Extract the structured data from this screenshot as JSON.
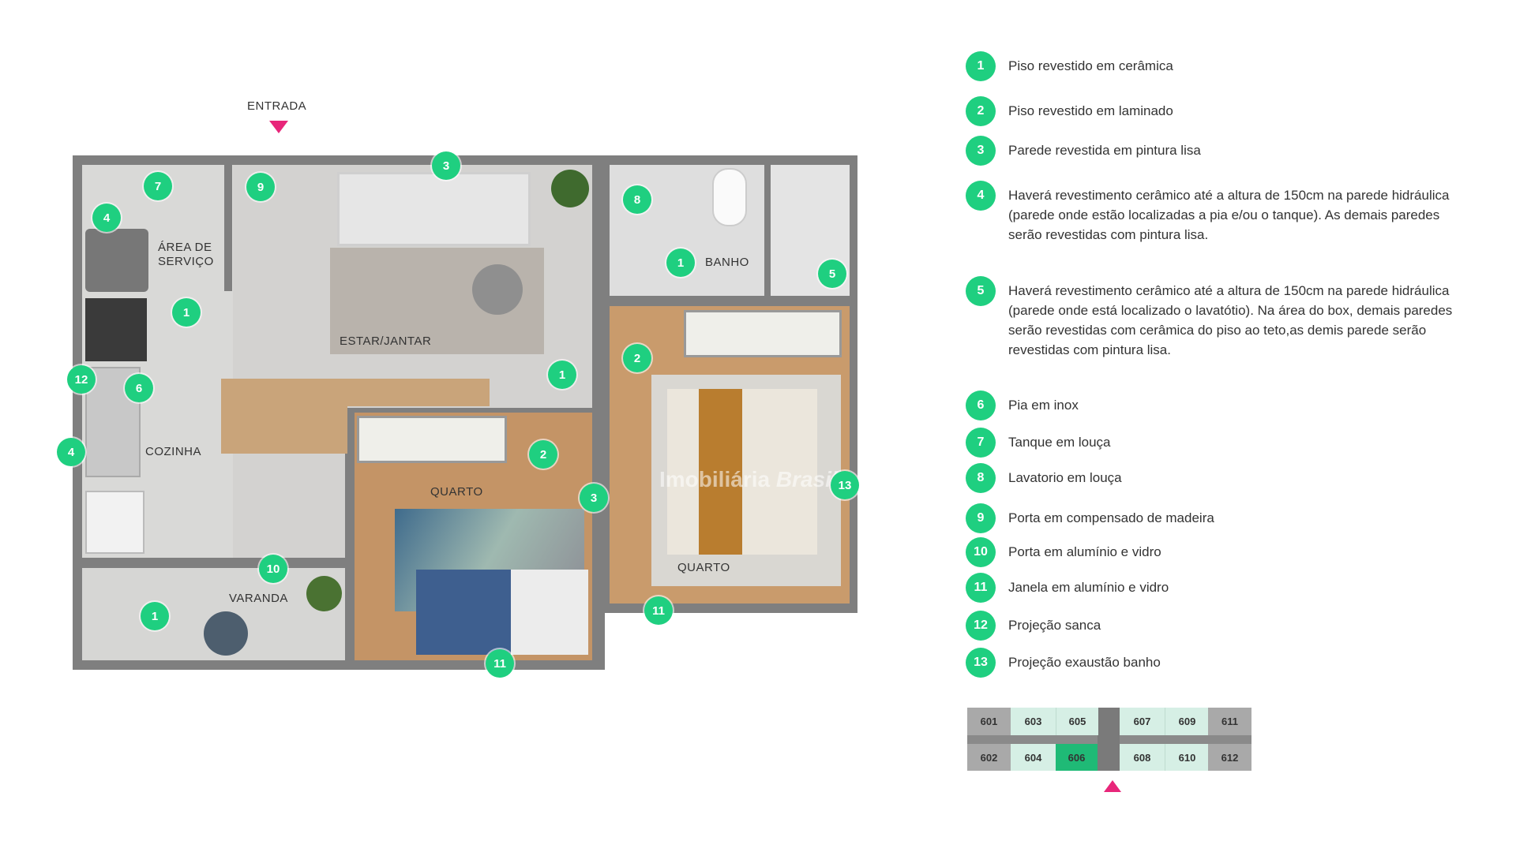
{
  "entrance_label": "ENTRADA",
  "colors": {
    "marker": "#1fcf80",
    "entrance_arrow": "#e8267a",
    "selected_unit": "#1fba76"
  },
  "rooms": {
    "area_servico": "ÁREA DE SERVIÇO",
    "estar_jantar": "ESTAR/JANTAR",
    "banho": "BANHO",
    "cozinha": "COZINHA",
    "quarto_1": "QUARTO",
    "quarto_2": "QUARTO",
    "varanda": "VARANDA"
  },
  "plan_markers": [
    "7",
    "9",
    "3",
    "8",
    "4",
    "1",
    "5",
    "1",
    "2",
    "1",
    "12",
    "6",
    "4",
    "2",
    "3",
    "13",
    "10",
    "1",
    "11",
    "11"
  ],
  "watermark": "Imobiliária Brasil",
  "legend": [
    {
      "n": "1",
      "text": "Piso revestido em cerâmica"
    },
    {
      "n": "2",
      "text": "Piso revestido em laminado"
    },
    {
      "n": "3",
      "text": "Parede revestida em pintura lisa"
    },
    {
      "n": "4",
      "text": "Haverá revestimento cerâmico até a altura de 150cm na parede hidráulica (parede onde estão localizadas a pia e/ou o tanque). As demais paredes serão revestidas com pintura lisa."
    },
    {
      "n": "5",
      "text": "Haverá revestimento cerâmico até a altura de 150cm na parede hidráulica (parede onde está localizado o lavatótio). Na área do box, demais paredes serão revestidas com cerâmica do piso ao teto,as demis parede serão revestidas com  pintura lisa."
    },
    {
      "n": "6",
      "text": "Pia em inox"
    },
    {
      "n": "7",
      "text": "Tanque em louça"
    },
    {
      "n": "8",
      "text": "Lavatorio em louça"
    },
    {
      "n": "9",
      "text": "Porta em compensado de madeira"
    },
    {
      "n": "10",
      "text": "Porta em alumínio e vidro"
    },
    {
      "n": "11",
      "text": "Janela em alumínio e vidro"
    },
    {
      "n": "12",
      "text": "Projeção sanca"
    },
    {
      "n": "13",
      "text": "Projeção exaustão banho"
    }
  ],
  "key_plan": {
    "top": [
      "601",
      "603",
      "605",
      "607",
      "609",
      "611"
    ],
    "bottom": [
      "602",
      "604",
      "606",
      "608",
      "610",
      "612"
    ],
    "selected": "606"
  }
}
